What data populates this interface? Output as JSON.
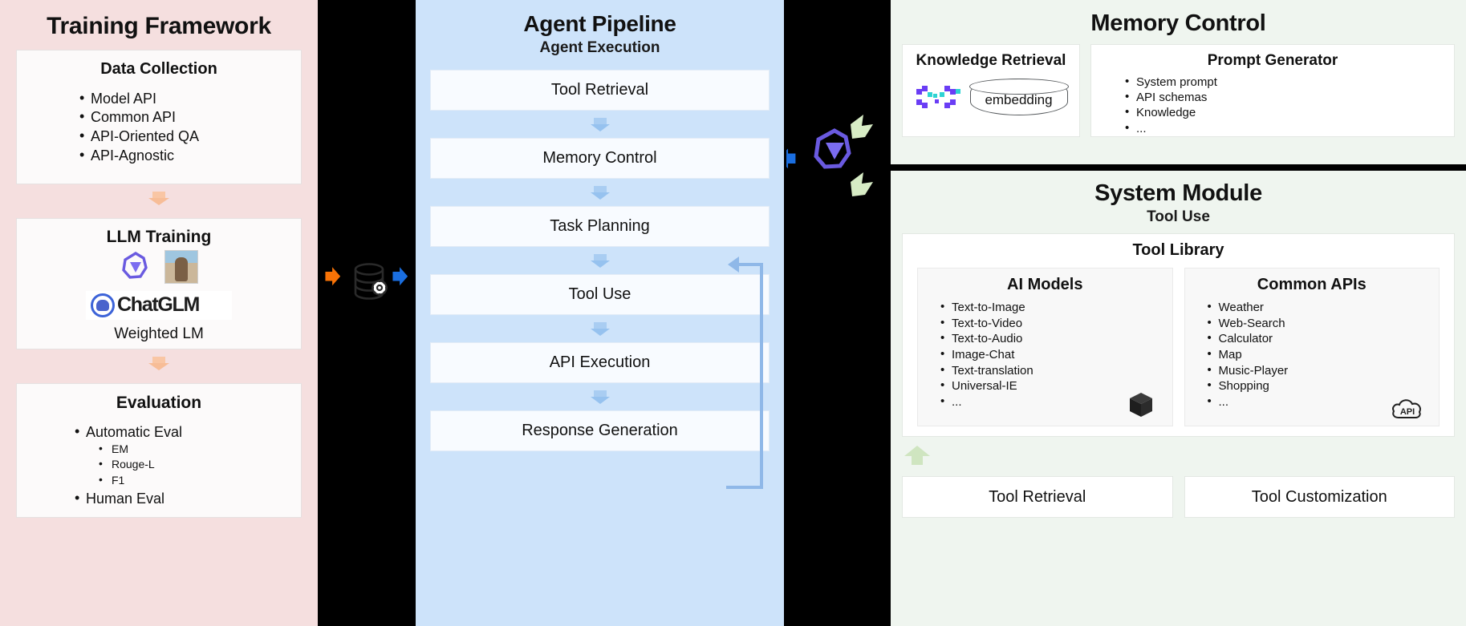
{
  "training": {
    "title": "Training Framework",
    "data_collection": {
      "title": "Data Collection",
      "items": [
        "Model API",
        "Common API",
        "API-Oriented QA",
        "API-Agnostic"
      ]
    },
    "llm_training": {
      "title": "LLM Training",
      "logo_chatglm": "ChatGLM",
      "caption": "Weighted LM"
    },
    "evaluation": {
      "title": "Evaluation",
      "items": [
        "Automatic Eval",
        "Human Eval"
      ],
      "sub_items": [
        "EM",
        "Rouge-L",
        "F1"
      ]
    }
  },
  "pipeline": {
    "title": "Agent Pipeline",
    "subtitle": "Agent Execution",
    "steps": [
      "Tool Retrieval",
      "Memory Control",
      "Task Planning",
      "Tool Use",
      "API Execution",
      "Response Generation"
    ]
  },
  "memory": {
    "title": "Memory Control",
    "knowledge_retrieval": {
      "title": "Knowledge Retrieval",
      "db_label": "embedding"
    },
    "prompt_generator": {
      "title": "Prompt Generator",
      "items": [
        "System prompt",
        "API schemas",
        "Knowledge",
        "..."
      ]
    }
  },
  "system": {
    "title": "System Module",
    "subtitle": "Tool Use",
    "tool_library": {
      "title": "Tool Library",
      "ai_models": {
        "title": "AI Models",
        "items": [
          "Text-to-Image",
          "Text-to-Video",
          "Text-to-Audio",
          "Image-Chat",
          "Text-translation",
          "Universal-IE",
          "..."
        ]
      },
      "common_apis": {
        "title": "Common APIs",
        "items": [
          "Weather",
          "Web-Search",
          "Calculator",
          "Map",
          "Music-Player",
          "Shopping",
          "..."
        ]
      }
    },
    "buttons": [
      "Tool Retrieval",
      "Tool Customization"
    ]
  },
  "colors": {
    "training_bg": "#f5dfdf",
    "pipeline_bg": "#cde3fa",
    "panel_right_bg": "#eff5ef",
    "arrow_peach": "#f7bd97",
    "arrow_blue": "#96c2ef",
    "arrow_orange": "#f97306",
    "arrow_bright_blue": "#1a6ee0",
    "arrow_green": "#cfe5c0",
    "gap_bg": "#000000"
  }
}
